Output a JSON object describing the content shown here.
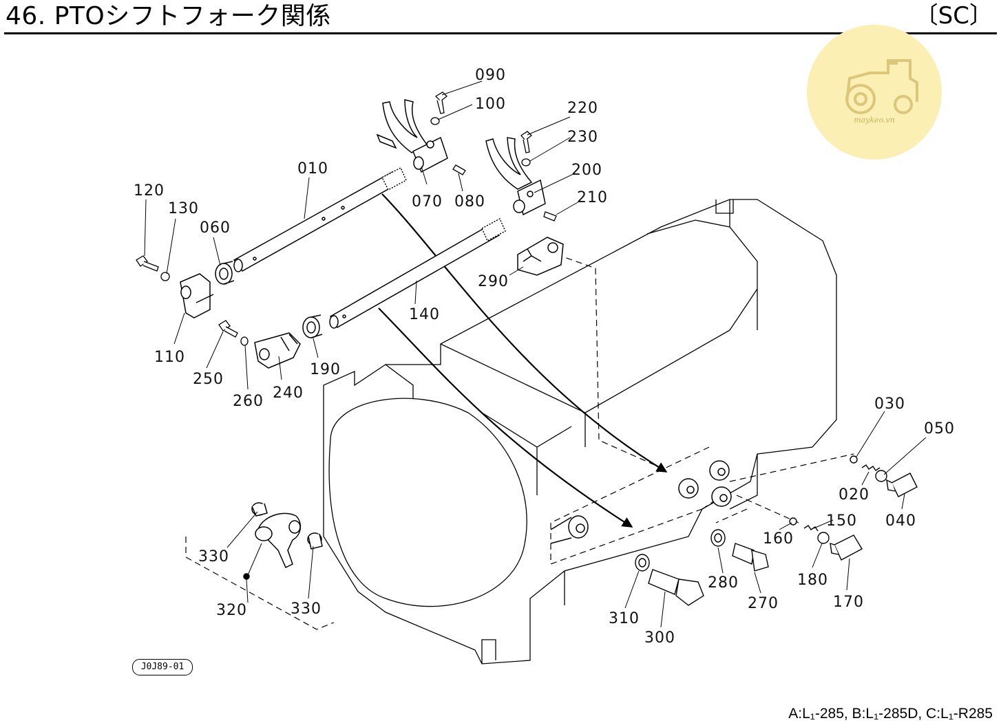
{
  "header": {
    "title": "46. PTOシフトフォーク関係",
    "code": "〔SC〕"
  },
  "watermark": {
    "icon": "tractor-icon",
    "text": "maykeo.vn",
    "color": "#fbefb3"
  },
  "parts": {
    "p010": "010",
    "p020": "020",
    "p030": "030",
    "p040": "040",
    "p050": "050",
    "p060": "060",
    "p070": "070",
    "p080": "080",
    "p090": "090",
    "p100": "100",
    "p110": "110",
    "p120": "120",
    "p130": "130",
    "p140": "140",
    "p150": "150",
    "p160": "160",
    "p170": "170",
    "p180": "180",
    "p190": "190",
    "p200": "200",
    "p210": "210",
    "p220": "220",
    "p230": "230",
    "p240": "240",
    "p250": "250",
    "p260": "260",
    "p270": "270",
    "p280": "280",
    "p290": "290",
    "p300": "300",
    "p310": "310",
    "p320": "320",
    "p330a": "330",
    "p330b": "330"
  },
  "drawing_id": "J0J89-01",
  "footer": {
    "applicability": "A:L₁-285, B:L₁-285D, C:L₁-R285"
  }
}
